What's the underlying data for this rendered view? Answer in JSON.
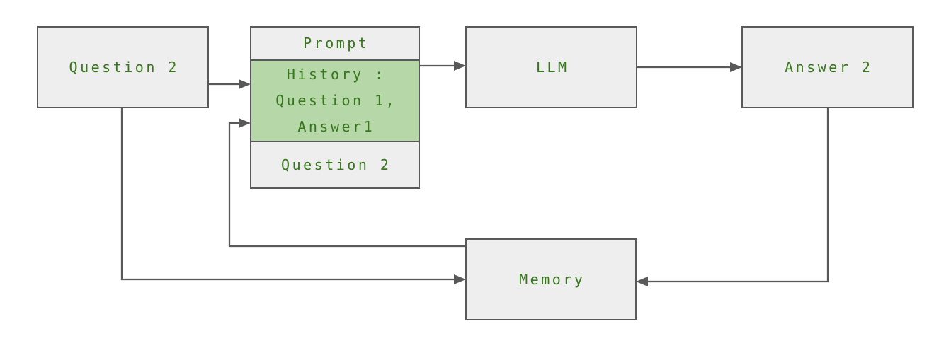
{
  "theme": {
    "canvas_bg": "#ffffff",
    "box_fill": "#eeeeee",
    "box_border": "#595959",
    "highlight_fill": "#b6d7a8",
    "line_color": "#595959",
    "text_color": "#38761d"
  },
  "nodes": {
    "question2": {
      "label": "Question 2"
    },
    "prompt": {
      "title": "Prompt",
      "history_lines": [
        "History :",
        "Question 1,",
        "Answer1"
      ],
      "question_label": "Question 2"
    },
    "llm": {
      "label": "LLM"
    },
    "answer2": {
      "label": "Answer 2"
    },
    "memory": {
      "label": "Memory"
    }
  },
  "edges": [
    {
      "from": "Question 2",
      "to": "Prompt history section"
    },
    {
      "from": "Prompt",
      "to": "LLM"
    },
    {
      "from": "LLM",
      "to": "Answer 2"
    },
    {
      "from": "Answer 2",
      "to": "Memory"
    },
    {
      "from": "Question 2",
      "to": "Memory"
    },
    {
      "from": "Memory",
      "to": "Prompt history section"
    }
  ]
}
